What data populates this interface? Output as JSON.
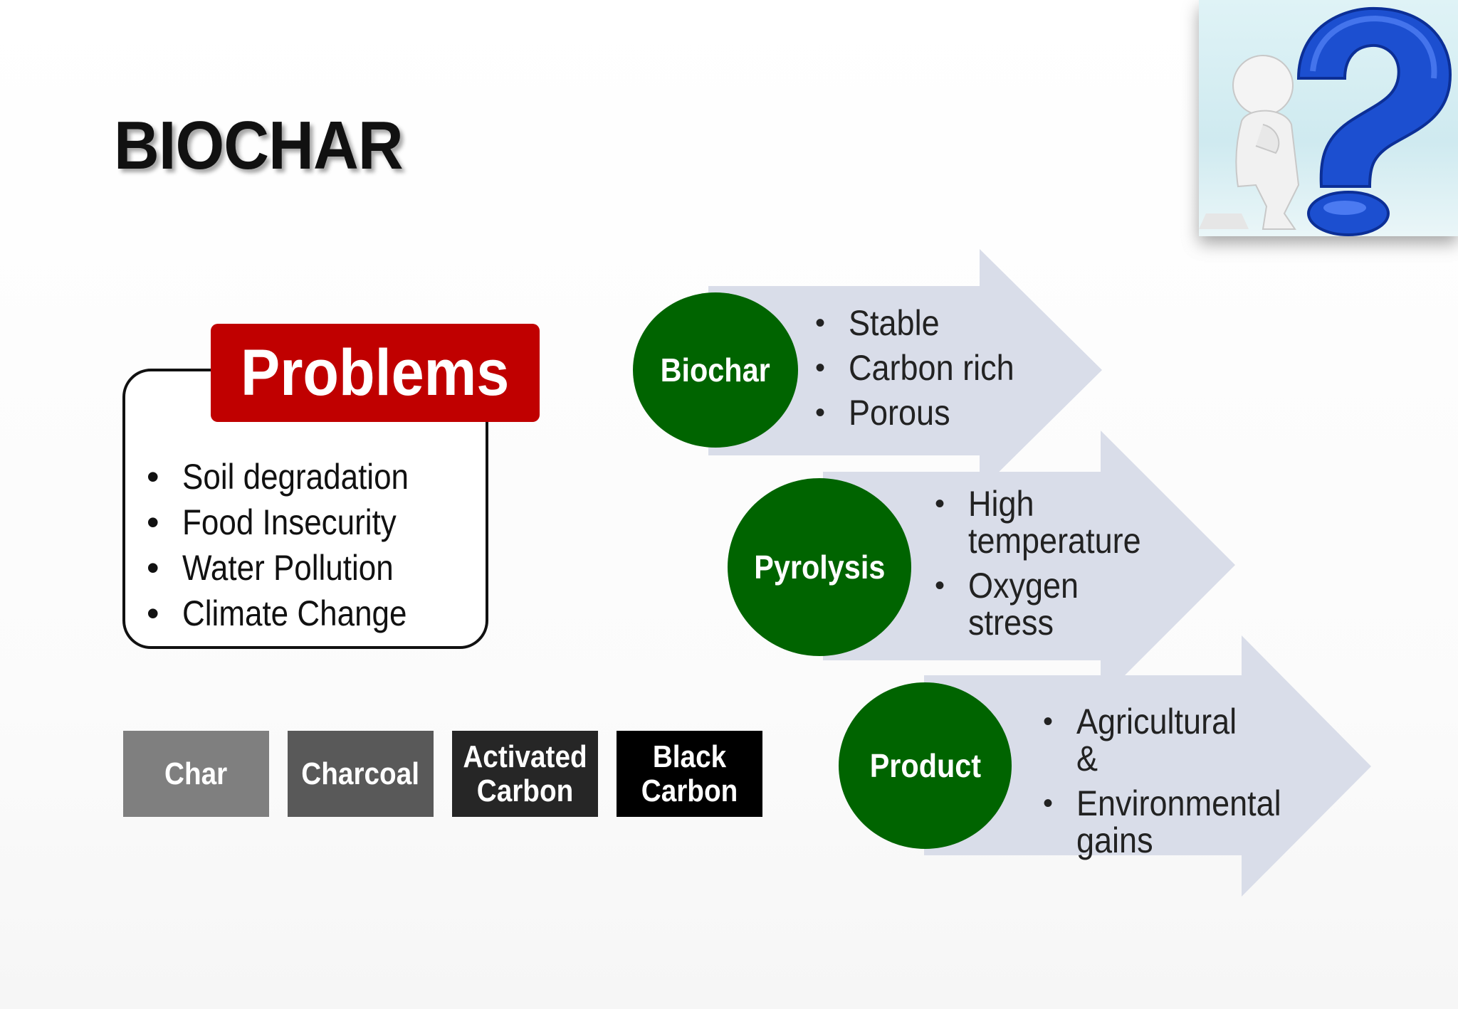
{
  "title": "BIOCHAR",
  "problems": {
    "header": "Problems",
    "items": [
      "Soil degradation",
      "Food Insecurity",
      "Water Pollution",
      "Climate Change"
    ]
  },
  "terms": [
    {
      "label": "Char",
      "color": "#7f7f7f"
    },
    {
      "label": "Charcoal",
      "color": "#595959"
    },
    {
      "label": "Activated Carbon",
      "color": "#262626"
    },
    {
      "label": "Black Carbon",
      "color": "#000000"
    }
  ],
  "steps": [
    {
      "label": "Biochar",
      "bullets": [
        "Stable",
        "Carbon rich",
        "Porous"
      ]
    },
    {
      "label": "Pyrolysis",
      "bullets": [
        "High temperature",
        "Oxygen stress"
      ]
    },
    {
      "label": "Product",
      "bullets": [
        "Agricultural &",
        "Environmental gains"
      ]
    }
  ],
  "colors": {
    "problems_header": "#c00000",
    "circle": "#006400",
    "arrow": "#d9dde9"
  },
  "icons": [
    "question-mark-figure-icon"
  ]
}
